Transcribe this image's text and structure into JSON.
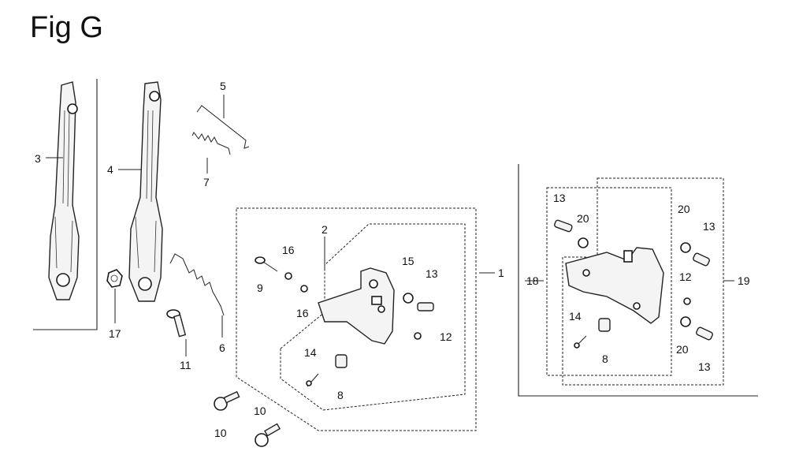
{
  "figure": {
    "title": "Fig G"
  },
  "callouts": {
    "c1": "1",
    "c2": "2",
    "c3": "3",
    "c4": "4",
    "c5": "5",
    "c6": "6",
    "c7": "7",
    "c8a": "8",
    "c8b": "8",
    "c9": "9",
    "c10a": "10",
    "c10b": "10",
    "c11": "11",
    "c12a": "12",
    "c12b": "12",
    "c13a": "13",
    "c13b": "13",
    "c13c": "13",
    "c13d": "13",
    "c14a": "14",
    "c14b": "14",
    "c15": "15",
    "c16a": "16",
    "c16b": "16",
    "c17": "17",
    "c18": "18",
    "c19": "19",
    "c20a": "20",
    "c20b": "20",
    "c20c": "20"
  }
}
